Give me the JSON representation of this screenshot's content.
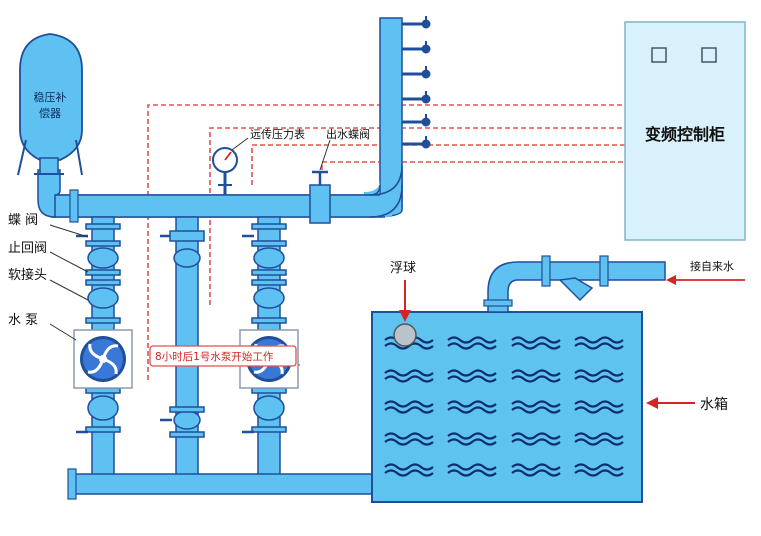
{
  "labels": {
    "tank_compensator_line1": "稳压补",
    "tank_compensator_line2": "偿器",
    "remote_pressure_gauge": "远传压力表",
    "outlet_butterfly_valve": "出水蝶阀",
    "control_cabinet": "变频控制柜",
    "butterfly_valve": "蝶 阀",
    "check_valve": "止回阀",
    "soft_joint": "软接头",
    "water_pump": "水 泵",
    "float_ball": "浮球",
    "tap_water_inlet": "接自来水",
    "water_tank": "水箱",
    "pump_switch_note": "8小时后1号水泵开始工作"
  },
  "colors": {
    "pipe": "#5fc1f1",
    "pipe_dark": "#1f4f9a",
    "tank_fill": "#5fc3f0",
    "wave": "#0d2d6e",
    "signal_line": "#e0524f",
    "cabinet_fill": "#d9f1fb",
    "arrow": "#d42525"
  }
}
